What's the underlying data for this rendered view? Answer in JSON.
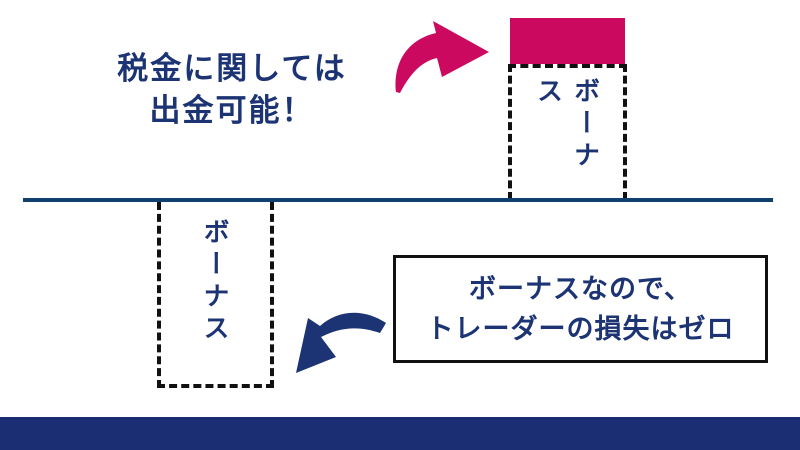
{
  "headline": {
    "line1": "税金に関しては",
    "line2": "出金可能！"
  },
  "above_ground": {
    "bonus_label": "ボーナス"
  },
  "below_ground": {
    "bonus_label": "ボーナス"
  },
  "callout": {
    "line1": "ボーナスなので、",
    "line2": "トレーダーの損失はゼロ"
  },
  "icons": {
    "pink_arrow": "curved-arrow-up-right-icon",
    "blue_arrow": "curved-arrow-down-left-icon"
  },
  "colors": {
    "navy_text": "#1c3474",
    "accent_pink": "#cb0a5f",
    "baseline_blue": "#12406e",
    "bottom_bar_navy": "#1b2d73",
    "dash_black": "#111111",
    "bg_white": "#ffffff"
  }
}
